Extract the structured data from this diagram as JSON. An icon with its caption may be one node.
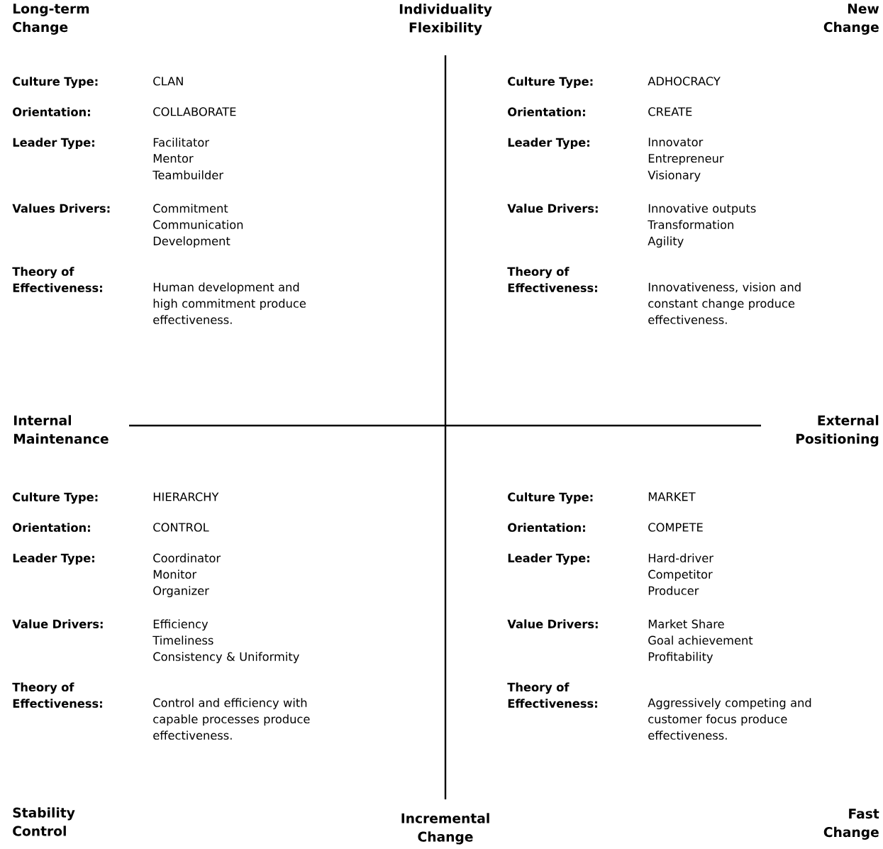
{
  "diagram": {
    "labels": [
      "Long-term Change",
      "Individuality Flexibility",
      "New Change",
      "Culture Type:",
      "CLAN",
      "Orientation:",
      "COLLABORATE",
      "Leader Type:",
      "Facilitator",
      "Mentor",
      "Teambuilder",
      "Values Drivers:",
      "Commitment",
      "Communication",
      "Development",
      "Theory of Effectiveness:",
      "Human development and high commitment produce effectiveness.",
      "Culture Type:",
      "ADHOCRACY",
      "Orientation:",
      "CREATE",
      "Leader Type:",
      "Innovator",
      "Entrepreneur",
      "Visionary",
      "Value Drivers:",
      "Innovative outputs",
      "Transformation",
      "Agility",
      "Theory of Effectiveness:",
      "Innovativeness, vision and constant change produce effectiveness.",
      "Internal Maintenance",
      "External Positioning",
      "Culture Type:",
      "HIERARCHY",
      "Orientation:",
      "CONTROL",
      "Leader Type:",
      "Coordinator",
      "Monitor",
      "Organizer",
      "Value Drivers:",
      "Efficiency",
      "Timeliness",
      "Consistency & Uniformity",
      "Theory of Effectiveness:",
      "Control and efficiency with capable processes produce effectiveness.",
      "Culture Type:",
      "MARKET",
      "Orientation:",
      "COMPETE",
      "Leader Type:",
      "Hard-driver",
      "Competitor",
      "Producer",
      "Value Drivers:",
      "Market Share",
      "Goal achievement",
      "Profitability",
      "Theory of Effectiveness:",
      "Aggressively competing and customer focus produce effectiveness.",
      "Stability Control",
      "Incremental Change",
      "Fast Change"
    ]
  }
}
